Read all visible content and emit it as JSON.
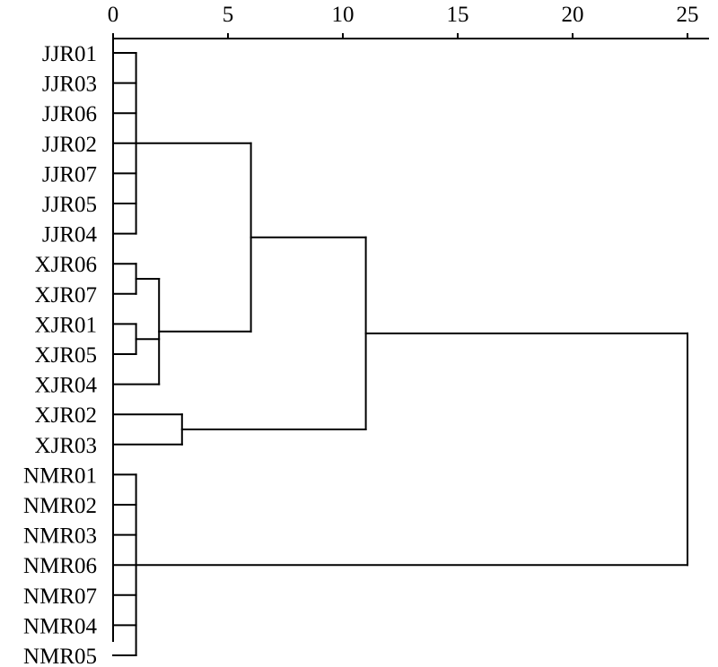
{
  "figure": {
    "axis": {
      "ticks": [
        {
          "value": 0,
          "label": "0"
        },
        {
          "value": 5,
          "label": "5"
        },
        {
          "value": 10,
          "label": "10"
        },
        {
          "value": 15,
          "label": "15"
        },
        {
          "value": 20,
          "label": "20"
        },
        {
          "value": 25,
          "label": "25"
        }
      ],
      "range": [
        0,
        25
      ]
    },
    "leaves": [
      "JJR01",
      "JJR03",
      "JJR06",
      "JJR02",
      "JJR07",
      "JJR05",
      "JJR04",
      "XJR06",
      "XJR07",
      "XJR01",
      "XJR05",
      "XJR04",
      "XJR02",
      "XJR03",
      "NMR01",
      "NMR02",
      "NMR03",
      "NMR06",
      "NMR07",
      "NMR04",
      "NMR05"
    ],
    "merges": [
      {
        "id": "jjr_cluster",
        "height": 1,
        "children": [
          "JJR01",
          "JJR03",
          "JJR06",
          "JJR02",
          "JJR07",
          "JJR05",
          "JJR04"
        ]
      },
      {
        "id": "xjr_pair_a",
        "height": 1,
        "children": [
          "XJR06",
          "XJR07"
        ]
      },
      {
        "id": "xjr_pair_b",
        "height": 1,
        "children": [
          "XJR01",
          "XJR05"
        ]
      },
      {
        "id": "xjr_group",
        "height": 2,
        "children": [
          "xjr_pair_a",
          "xjr_pair_b",
          "XJR04"
        ]
      },
      {
        "id": "xjr_tail",
        "height": 3,
        "children": [
          "XJR02",
          "XJR03"
        ]
      },
      {
        "id": "jjr_xjr",
        "height": 6,
        "children": [
          "jjr_cluster",
          "xjr_group"
        ]
      },
      {
        "id": "upper",
        "height": 11,
        "children": [
          "jjr_xjr",
          "xjr_tail"
        ]
      },
      {
        "id": "nmr_cluster",
        "height": 1,
        "children": [
          "NMR01",
          "NMR02",
          "NMR03",
          "NMR06",
          "NMR07",
          "NMR04",
          "NMR05"
        ]
      },
      {
        "id": "root",
        "height": 25,
        "children": [
          "upper",
          "nmr_cluster"
        ]
      }
    ]
  }
}
